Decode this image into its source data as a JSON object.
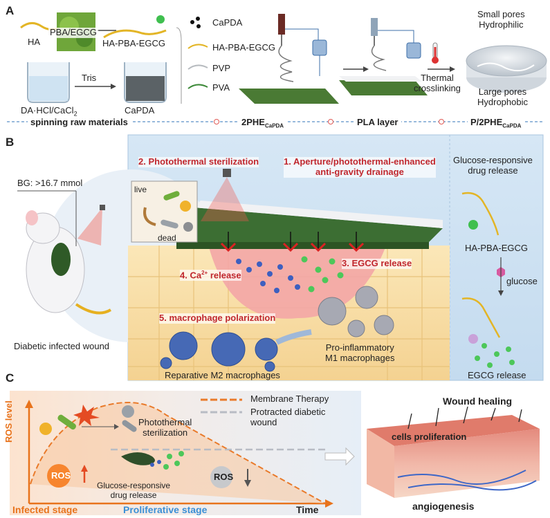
{
  "panel_a": {
    "letter": "A",
    "ha": "HA",
    "pba_egcg": "PBA/EGCG",
    "ha_pba_egcg": "HA-PBA-EGCG",
    "tris": "Tris",
    "dopamine": "DA·HCl/CaCl",
    "dopamine_sub": "2",
    "capda": "CaPDA",
    "legend": [
      "CaPDA",
      "HA-PBA-EGCG",
      "PVP",
      "PVA"
    ],
    "thermal": "Thermal\ncrosslinking",
    "small_pores": "Small pores\nHydrophilic",
    "large_pores": "Large pores\nHydrophobic",
    "step_raw": "spinning raw materials",
    "step_2phe": "2PHE",
    "step_2phe_sub": "CaPDA",
    "step_pla": "PLA layer",
    "step_p2phe": "P/2PHE",
    "step_p2phe_sub": "CaPDA"
  },
  "panel_b": {
    "letter": "B",
    "bg": "BG: >16.7 mmol",
    "wound": "Diabetic infected wound",
    "step1": "1. Aperture/photothermal-enhanced\nanti-gravity drainage",
    "step2": "2. Photothermal sterilization",
    "step3": "3. EGCG release",
    "step4_a": "4. Ca",
    "step4_sup": "2+",
    "step4_b": " release",
    "step5": "5. macrophage polarization",
    "live": "live",
    "dead": "dead",
    "m1": "Pro-inflammatory\nM1 macrophages",
    "m2": "Reparative M2 macrophages",
    "side_title": "Glucose-responsive\ndrug release",
    "side_ha": "HA-PBA-EGCG",
    "side_glucose": "glucose",
    "side_release": "EGCG release"
  },
  "panel_c": {
    "letter": "C",
    "ylabel": "ROS level",
    "photothermal": "Photothermal\nsterilization",
    "glucose_release": "Glucose-responsive\ndrug release",
    "ros": "ROS",
    "legend_membrane": "Membrane Therapy",
    "legend_protracted": "Protracted diabetic\nwound",
    "infected": "Infected stage",
    "proliferative": "Proliferative stage",
    "time": "Time",
    "wound_healing": "Wound healing",
    "cells": "cells proliferation",
    "angio": "angiogenesis"
  },
  "colors": {
    "red_label": "#c0272d",
    "blue_line": "#5b8fc7",
    "orange": "#e8731c",
    "blue_text": "#3b8fd6",
    "panel_b_bg": "#cfe2f3"
  }
}
